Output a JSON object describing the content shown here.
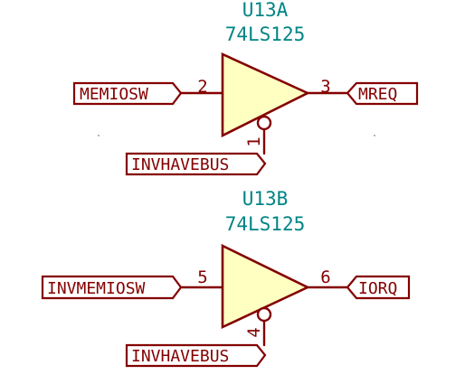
{
  "gates": [
    {
      "ref": "U13A",
      "value": "74LS125",
      "in_pin": "2",
      "out_pin": "3",
      "en_pin": "1",
      "in_net": "MEMIOSW",
      "out_net": "MREQ",
      "en_net": "INVHAVEBUS"
    },
    {
      "ref": "U13B",
      "value": "74LS125",
      "in_pin": "5",
      "out_pin": "6",
      "en_pin": "4",
      "in_net": "INVMEMIOSW",
      "out_net": "IORQ",
      "en_net": "INVHAVEBUS"
    }
  ],
  "colors": {
    "wire": "#840000",
    "symbol_fill": "#ffffc2",
    "reference_text": "#008484"
  }
}
